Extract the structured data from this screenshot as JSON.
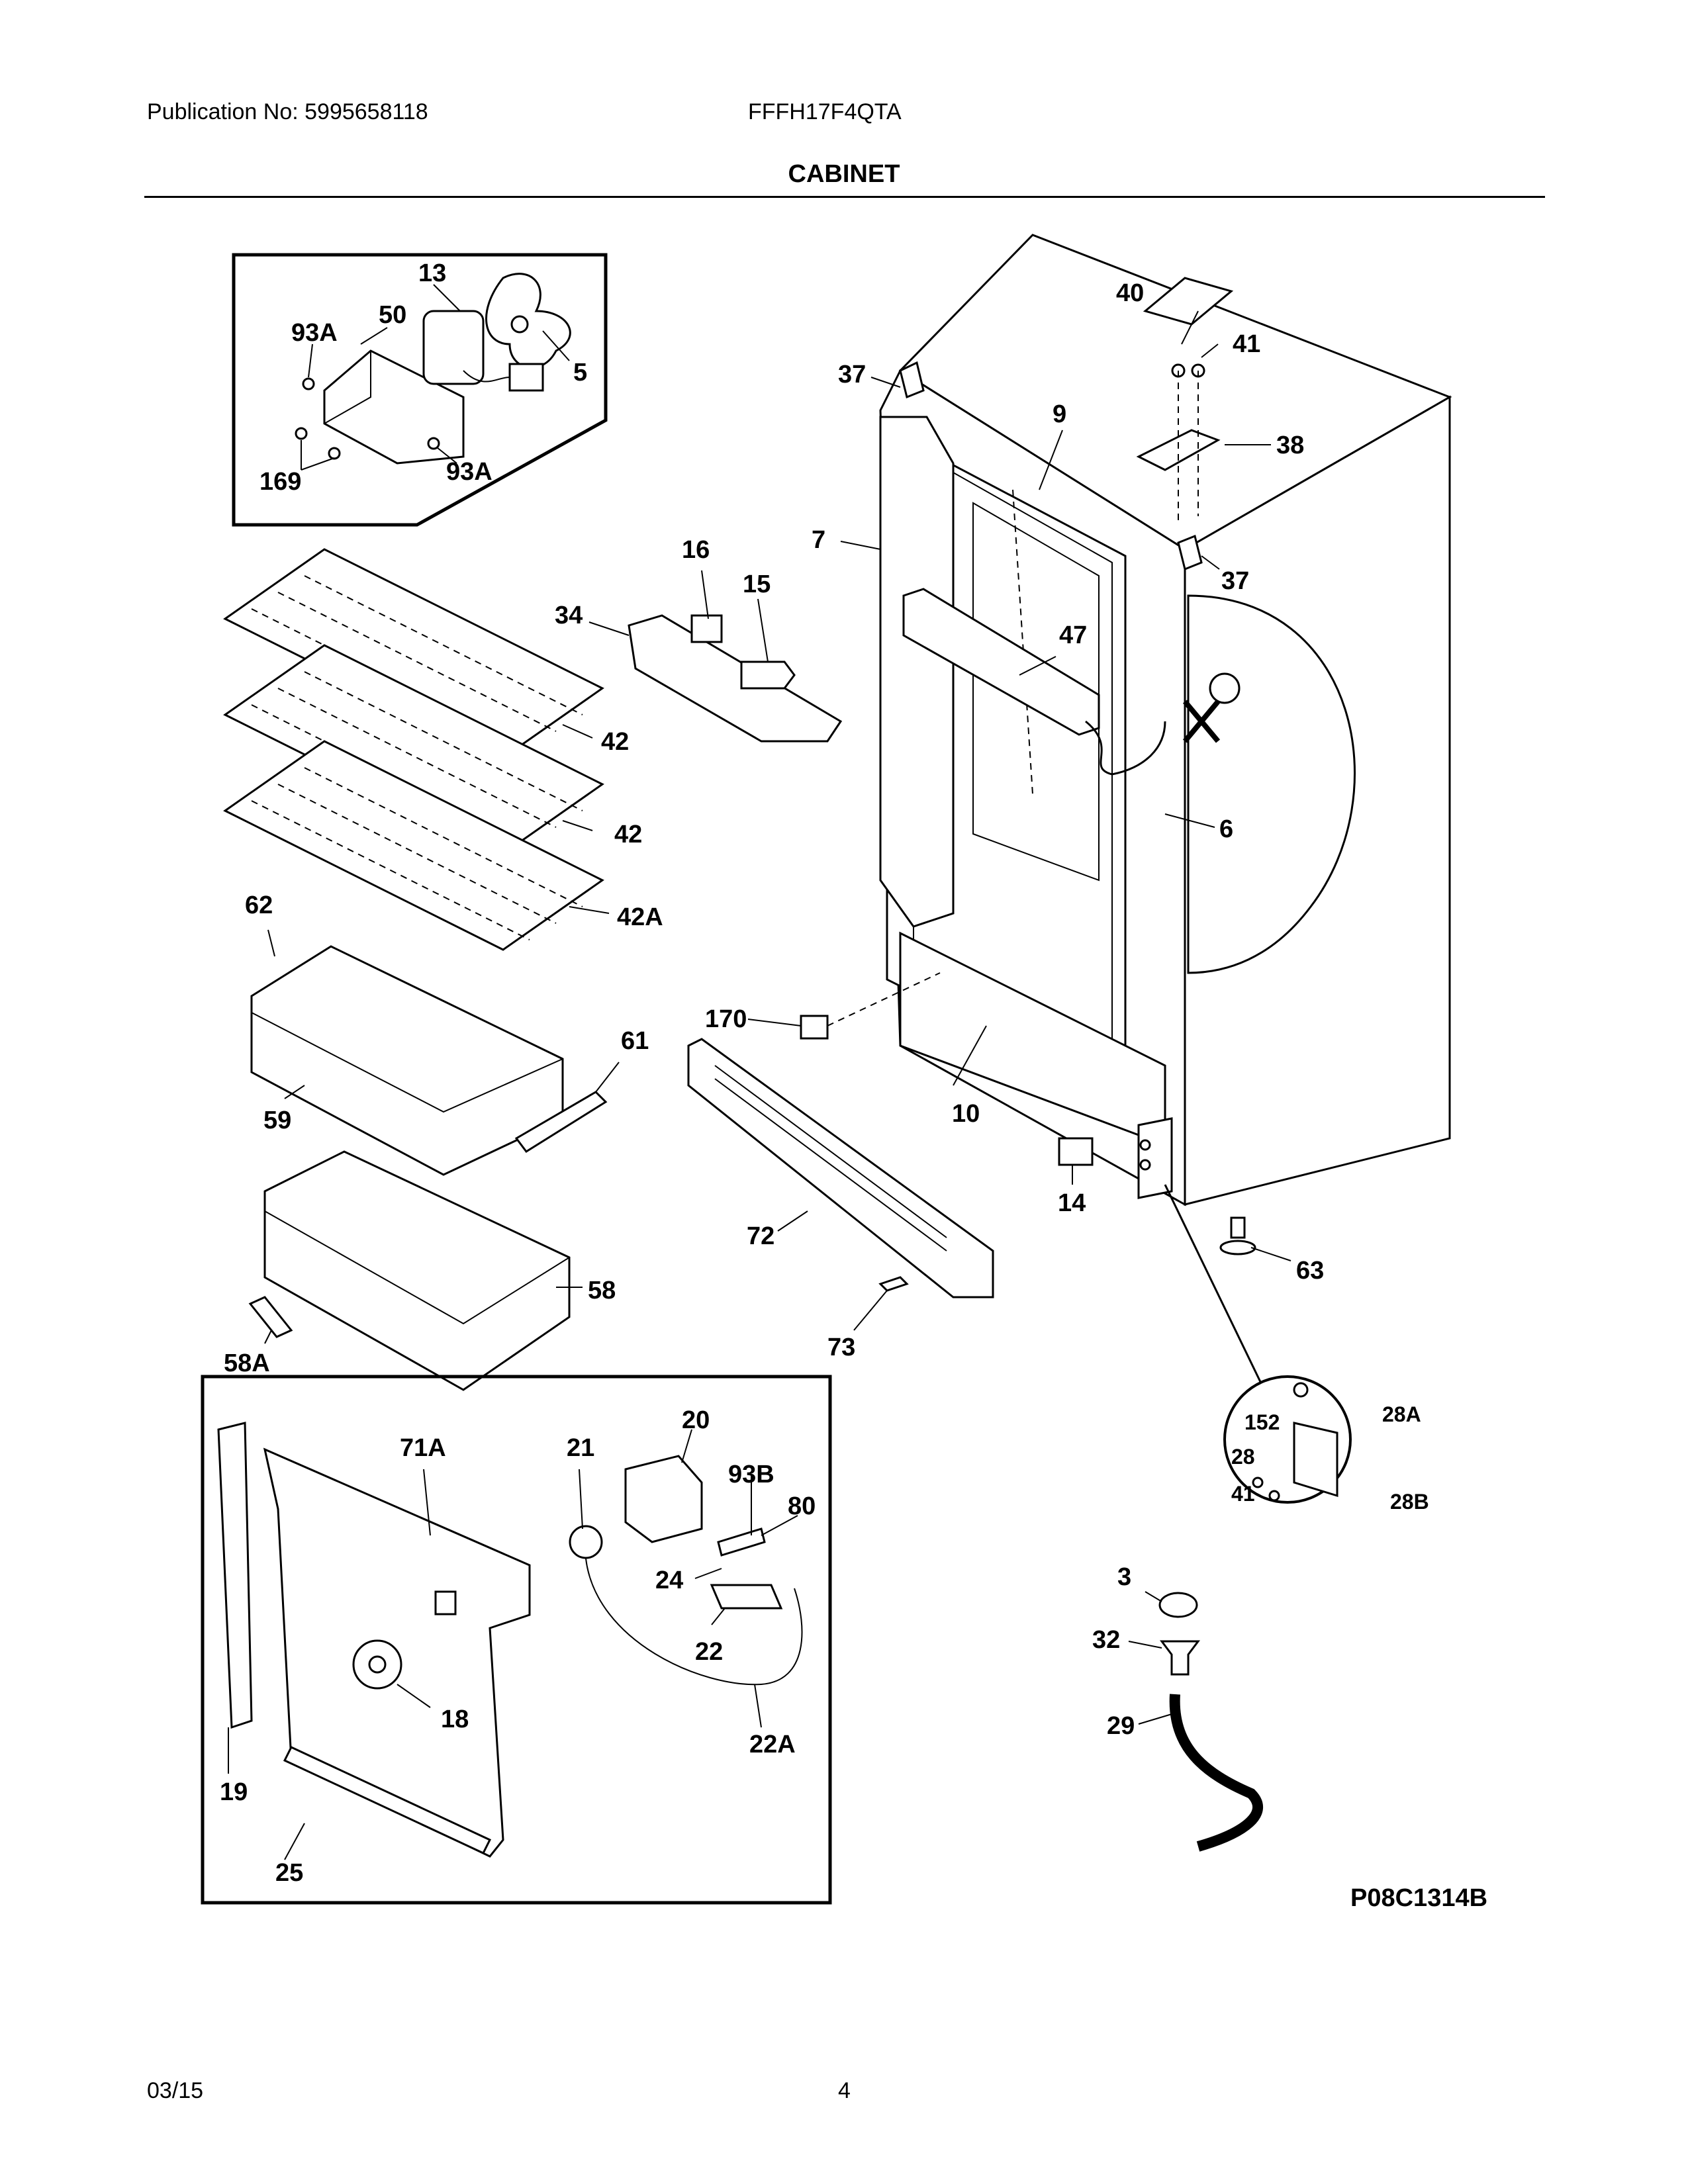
{
  "header": {
    "publication": "Publication No: 5995658118",
    "model": "FFFH17F4QTA",
    "section_title": "CABINET"
  },
  "footer": {
    "date": "03/15",
    "page_number": "4"
  },
  "diagram_code": "P08C1314B",
  "part_labels": {
    "p13": "13",
    "p93a_top": "93A",
    "p50": "50",
    "p5": "5",
    "p169": "169",
    "p93a_bot": "93A",
    "p37_left": "37",
    "p40": "40",
    "p41_top": "41",
    "p9": "9",
    "p38": "38",
    "p37_right": "37",
    "p7": "7",
    "p16": "16",
    "p15": "15",
    "p34": "34",
    "p47": "47",
    "p42_a": "42",
    "p42_b": "42",
    "p42a": "42A",
    "p6": "6",
    "p62": "62",
    "p61": "61",
    "p59": "59",
    "p170": "170",
    "p10": "10",
    "p14": "14",
    "p72": "72",
    "p63": "63",
    "p58": "58",
    "p58a": "58A",
    "p73": "73",
    "p152": "152",
    "p28a": "28A",
    "p28": "28",
    "p41_hinge": "41",
    "p28b": "28B",
    "p20": "20",
    "p71a": "71A",
    "p21": "21",
    "p93b": "93B",
    "p80": "80",
    "p24": "24",
    "p22": "22",
    "p18": "18",
    "p22a": "22A",
    "p19": "19",
    "p25": "25",
    "p3": "3",
    "p32": "32",
    "p29": "29"
  }
}
